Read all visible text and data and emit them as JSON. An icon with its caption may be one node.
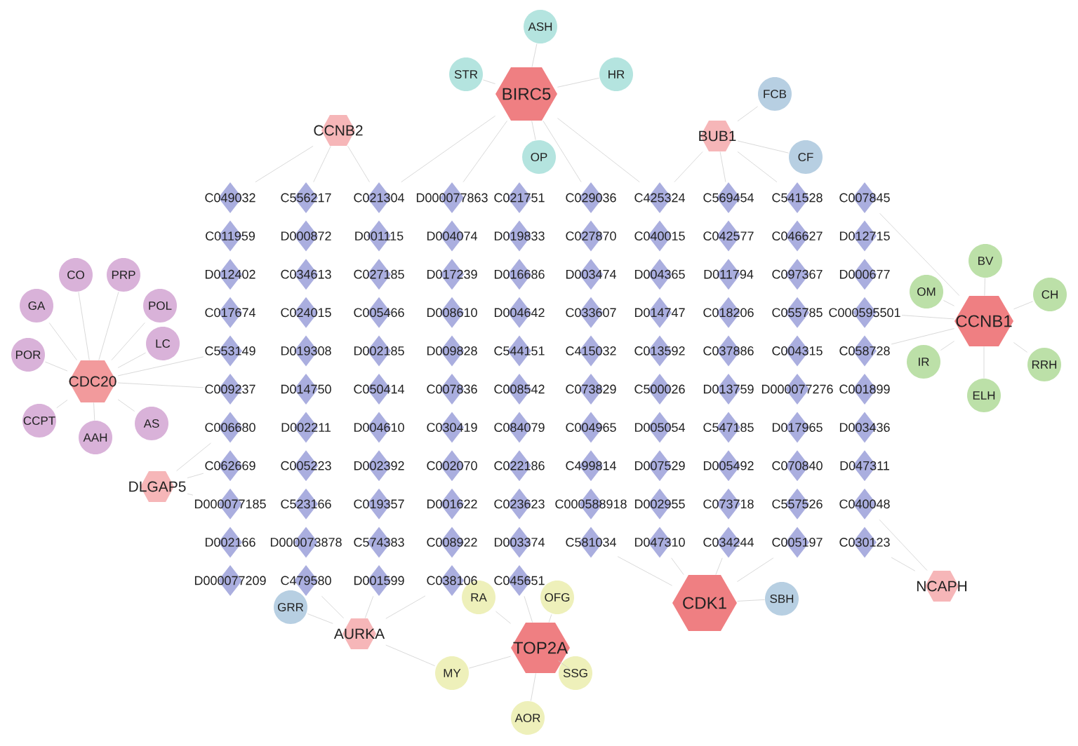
{
  "diagram": {
    "nodes": [
      {
        "text": [
          "ASH"
        ]
      },
      {
        "text": [
          "STR"
        ]
      },
      {
        "text": [
          "BIRC5"
        ]
      },
      {
        "text": [
          "HR"
        ]
      },
      {
        "text": [
          "FCB"
        ]
      },
      {
        "text": [
          "CCNB2"
        ]
      },
      {
        "text": [
          "BUB1"
        ]
      },
      {
        "text": [
          "OP"
        ]
      },
      {
        "text": [
          "CF"
        ]
      },
      {
        "text": [
          "CO"
        ]
      },
      {
        "text": [
          "PRP"
        ]
      },
      {
        "text": [
          "GA"
        ]
      },
      {
        "text": [
          "POL"
        ]
      },
      {
        "text": [
          "POR"
        ]
      },
      {
        "text": [
          "LC"
        ]
      },
      {
        "text": [
          "CDC20"
        ]
      },
      {
        "text": [
          "AS"
        ]
      },
      {
        "text": [
          "CCPT"
        ]
      },
      {
        "text": [
          "AAH"
        ]
      },
      {
        "text": [
          "BV"
        ]
      },
      {
        "text": [
          "OM"
        ]
      },
      {
        "text": [
          "CH"
        ]
      },
      {
        "text": [
          "CCNB1"
        ]
      },
      {
        "text": [
          "IR"
        ]
      },
      {
        "text": [
          "RRH"
        ]
      },
      {
        "text": [
          "ELH"
        ]
      },
      {
        "text": [
          "DLGAP5"
        ]
      },
      {
        "text": [
          "NCAPH"
        ]
      },
      {
        "text": [
          "GRR"
        ]
      },
      {
        "text": [
          "RA"
        ]
      },
      {
        "text": [
          "OFG"
        ]
      },
      {
        "text": [
          "SBH"
        ]
      },
      {
        "text": [
          "AURKA"
        ]
      },
      {
        "text": [
          "CDK1"
        ]
      },
      {
        "text": [
          "TOP2A"
        ]
      },
      {
        "text": [
          "MY"
        ]
      },
      {
        "text": [
          "SSG"
        ]
      },
      {
        "text": [
          "AOR"
        ]
      },
      {
        "text": [
          "C049032"
        ]
      },
      {
        "text": [
          "C556217"
        ]
      },
      {
        "text": [
          "C021304"
        ]
      },
      {
        "text": [
          "D000077863"
        ]
      },
      {
        "text": [
          "C021751"
        ]
      },
      {
        "text": [
          "C029036"
        ]
      },
      {
        "text": [
          "C425324"
        ]
      },
      {
        "text": [
          "C569454"
        ]
      },
      {
        "text": [
          "C541528"
        ]
      },
      {
        "text": [
          "C007845"
        ]
      },
      {
        "text": [
          "C011959"
        ]
      },
      {
        "text": [
          "D000872"
        ]
      },
      {
        "text": [
          "D001115"
        ]
      },
      {
        "text": [
          "D004074"
        ]
      },
      {
        "text": [
          "D019833"
        ]
      },
      {
        "text": [
          "C027870"
        ]
      },
      {
        "text": [
          "C040015"
        ]
      },
      {
        "text": [
          "C042577"
        ]
      },
      {
        "text": [
          "C046627"
        ]
      },
      {
        "text": [
          "D012715"
        ]
      },
      {
        "text": [
          "D012402"
        ]
      },
      {
        "text": [
          "C034613"
        ]
      },
      {
        "text": [
          "C027185"
        ]
      },
      {
        "text": [
          "D017239"
        ]
      },
      {
        "text": [
          "D016686"
        ]
      },
      {
        "text": [
          "D003474"
        ]
      },
      {
        "text": [
          "D004365"
        ]
      },
      {
        "text": [
          "D011794"
        ]
      },
      {
        "text": [
          "C097367"
        ]
      },
      {
        "text": [
          "D000677"
        ]
      },
      {
        "text": [
          "C017674"
        ]
      },
      {
        "text": [
          "C024015"
        ]
      },
      {
        "text": [
          "C005466"
        ]
      },
      {
        "text": [
          "D008610"
        ]
      },
      {
        "text": [
          "D004642"
        ]
      },
      {
        "text": [
          "C033607"
        ]
      },
      {
        "text": [
          "D014747"
        ]
      },
      {
        "text": [
          "C018206"
        ]
      },
      {
        "text": [
          "C055785"
        ]
      },
      {
        "text": [
          "C000595501"
        ]
      },
      {
        "text": [
          "C553149"
        ]
      },
      {
        "text": [
          "D019308"
        ]
      },
      {
        "text": [
          "D002185"
        ]
      },
      {
        "text": [
          "D009828"
        ]
      },
      {
        "text": [
          "C544151"
        ]
      },
      {
        "text": [
          "C415032"
        ]
      },
      {
        "text": [
          "C013592"
        ]
      },
      {
        "text": [
          "C037886"
        ]
      },
      {
        "text": [
          "C004315"
        ]
      },
      {
        "text": [
          "C058728"
        ]
      },
      {
        "text": [
          "C009237"
        ]
      },
      {
        "text": [
          "D014750"
        ]
      },
      {
        "text": [
          "C050414"
        ]
      },
      {
        "text": [
          "C007836"
        ]
      },
      {
        "text": [
          "C008542"
        ]
      },
      {
        "text": [
          "C073829"
        ]
      },
      {
        "text": [
          "C500026"
        ]
      },
      {
        "text": [
          "D013759"
        ]
      },
      {
        "text": [
          "D000077276"
        ]
      },
      {
        "text": [
          "C001899"
        ]
      },
      {
        "text": [
          "C006680"
        ]
      },
      {
        "text": [
          "D002211"
        ]
      },
      {
        "text": [
          "D004610"
        ]
      },
      {
        "text": [
          "C030419"
        ]
      },
      {
        "text": [
          "C084079"
        ]
      },
      {
        "text": [
          "C004965"
        ]
      },
      {
        "text": [
          "D005054"
        ]
      },
      {
        "text": [
          "C547185"
        ]
      },
      {
        "text": [
          "D017965"
        ]
      },
      {
        "text": [
          "D003436"
        ]
      },
      {
        "text": [
          "C062669"
        ]
      },
      {
        "text": [
          "C005223"
        ]
      },
      {
        "text": [
          "D002392"
        ]
      },
      {
        "text": [
          "C002070"
        ]
      },
      {
        "text": [
          "C022186"
        ]
      },
      {
        "text": [
          "C499814"
        ]
      },
      {
        "text": [
          "D007529"
        ]
      },
      {
        "text": [
          "D005492"
        ]
      },
      {
        "text": [
          "C070840"
        ]
      },
      {
        "text": [
          "D047311"
        ]
      },
      {
        "text": [
          "D000077185"
        ]
      },
      {
        "text": [
          "C523166"
        ]
      },
      {
        "text": [
          "C019357"
        ]
      },
      {
        "text": [
          "D001622"
        ]
      },
      {
        "text": [
          "C023623"
        ]
      },
      {
        "text": [
          "C000588918"
        ]
      },
      {
        "text": [
          "D002955"
        ]
      },
      {
        "text": [
          "C073718"
        ]
      },
      {
        "text": [
          "C557526"
        ]
      },
      {
        "text": [
          "C040048"
        ]
      },
      {
        "text": [
          "D002166"
        ]
      },
      {
        "text": [
          "D000073878"
        ]
      },
      {
        "text": [
          "C574383"
        ]
      },
      {
        "text": [
          "C008922"
        ]
      },
      {
        "text": [
          "D003374"
        ]
      },
      {
        "text": [
          "C581034"
        ]
      },
      {
        "text": [
          "D047310"
        ]
      },
      {
        "text": [
          "C034244"
        ]
      },
      {
        "text": [
          "C005197"
        ]
      },
      {
        "text": [
          "C030123"
        ]
      },
      {
        "text": [
          "D000077209"
        ]
      },
      {
        "text": [
          "C479580"
        ]
      },
      {
        "text": [
          "D001599"
        ]
      },
      {
        "text": [
          "C038106"
        ]
      },
      {
        "text": [
          "C045651"
        ]
      }
    ],
    "edges": [
      {
        "from": 0,
        "to": 2,
        "arrow": "none"
      },
      {
        "from": 1,
        "to": 2,
        "arrow": "none"
      },
      {
        "from": 3,
        "to": 2,
        "arrow": "none"
      },
      {
        "from": 7,
        "to": 2,
        "arrow": "none"
      },
      {
        "from": 4,
        "to": 6,
        "arrow": "none"
      },
      {
        "from": 8,
        "to": 6,
        "arrow": "none"
      },
      {
        "from": 9,
        "to": 15,
        "arrow": "none"
      },
      {
        "from": 10,
        "to": 15,
        "arrow": "none"
      },
      {
        "from": 11,
        "to": 15,
        "arrow": "none"
      },
      {
        "from": 12,
        "to": 15,
        "arrow": "none"
      },
      {
        "from": 13,
        "to": 15,
        "arrow": "none"
      },
      {
        "from": 14,
        "to": 15,
        "arrow": "none"
      },
      {
        "from": 16,
        "to": 15,
        "arrow": "none"
      },
      {
        "from": 17,
        "to": 15,
        "arrow": "none"
      },
      {
        "from": 18,
        "to": 15,
        "arrow": "none"
      },
      {
        "from": 19,
        "to": 22,
        "arrow": "none"
      },
      {
        "from": 20,
        "to": 22,
        "arrow": "none"
      },
      {
        "from": 21,
        "to": 22,
        "arrow": "none"
      },
      {
        "from": 23,
        "to": 22,
        "arrow": "none"
      },
      {
        "from": 24,
        "to": 22,
        "arrow": "none"
      },
      {
        "from": 25,
        "to": 22,
        "arrow": "none"
      },
      {
        "from": 28,
        "to": 32,
        "arrow": "none"
      },
      {
        "from": 31,
        "to": 33,
        "arrow": "none"
      },
      {
        "from": 29,
        "to": 34,
        "arrow": "none"
      },
      {
        "from": 30,
        "to": 34,
        "arrow": "none"
      },
      {
        "from": 35,
        "to": 34,
        "arrow": "none"
      },
      {
        "from": 36,
        "to": 34,
        "arrow": "none"
      },
      {
        "from": 37,
        "to": 34,
        "arrow": "none"
      },
      {
        "from": 35,
        "to": 32,
        "arrow": "none"
      },
      {
        "from": 38,
        "to": 5,
        "arrow": "none"
      },
      {
        "from": 39,
        "to": 5,
        "arrow": "none"
      },
      {
        "from": 40,
        "to": 5,
        "arrow": "none"
      },
      {
        "from": 40,
        "to": 2,
        "arrow": "none"
      },
      {
        "from": 41,
        "to": 2,
        "arrow": "none"
      },
      {
        "from": 43,
        "to": 2,
        "arrow": "none"
      },
      {
        "from": 44,
        "to": 2,
        "arrow": "none"
      },
      {
        "from": 44,
        "to": 6,
        "arrow": "none"
      },
      {
        "from": 45,
        "to": 6,
        "arrow": "none"
      },
      {
        "from": 46,
        "to": 6,
        "arrow": "none"
      },
      {
        "from": 47,
        "to": 22,
        "arrow": "none"
      },
      {
        "from": 78,
        "to": 15,
        "arrow": "none"
      },
      {
        "from": 88,
        "to": 15,
        "arrow": "none"
      },
      {
        "from": 98,
        "to": 26,
        "arrow": "none"
      },
      {
        "from": 108,
        "to": 26,
        "arrow": "none"
      },
      {
        "from": 118,
        "to": 26,
        "arrow": "none"
      },
      {
        "from": 77,
        "to": 22,
        "arrow": "none"
      },
      {
        "from": 87,
        "to": 22,
        "arrow": "none"
      },
      {
        "from": 127,
        "to": 27,
        "arrow": "none"
      },
      {
        "from": 137,
        "to": 27,
        "arrow": "none"
      },
      {
        "from": 139,
        "to": 32,
        "arrow": "none"
      },
      {
        "from": 140,
        "to": 32,
        "arrow": "none"
      },
      {
        "from": 141,
        "to": 32,
        "arrow": "none"
      },
      {
        "from": 142,
        "to": 34,
        "arrow": "none"
      },
      {
        "from": 133,
        "to": 33,
        "arrow": "none"
      },
      {
        "from": 134,
        "to": 33,
        "arrow": "none"
      },
      {
        "from": 135,
        "to": 33,
        "arrow": "none"
      },
      {
        "from": 136,
        "to": 33,
        "arrow": "none"
      }
    ]
  }
}
